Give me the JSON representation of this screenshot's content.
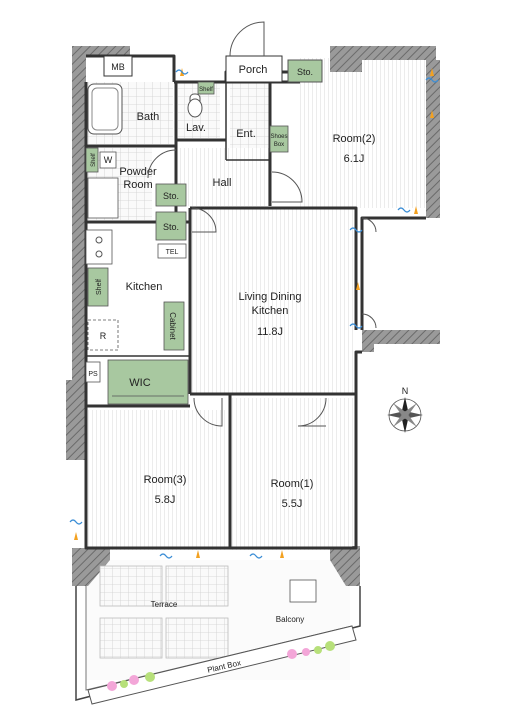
{
  "plan": {
    "rooms": {
      "porch": "Porch",
      "entrance": "Ent.",
      "hall": "Hall",
      "bath": "Bath",
      "lavatory": "Lav.",
      "powder_room_line1": "Powder",
      "powder_room_line2": "Room",
      "kitchen": "Kitchen",
      "ldk_line1": "Living Dining",
      "ldk_line2": "Kitchen",
      "ldk_size": "11.8J",
      "room1": "Room(1)",
      "room1_size": "5.5J",
      "room2": "Room(2)",
      "room2_size": "6.1J",
      "room3": "Room(3)",
      "room3_size": "5.8J",
      "wic": "WIC",
      "terrace": "Terrace",
      "balcony": "Balcony",
      "plant_box": "Plant Box"
    },
    "fixtures": {
      "mb": "MB",
      "ps": "PS",
      "tel": "TEL",
      "storage_a": "Sto.",
      "storage_b": "Sto.",
      "storage_c": "Sto.",
      "shelf_toilet": "Shelf",
      "shelf_powder": "Shelf",
      "shelf_kitchen": "Shelf",
      "shoes_box_line1": "Shoes",
      "shoes_box_line2": "Box",
      "cabinet": "Cabinet",
      "washer": "W",
      "refrigerator": "R"
    },
    "compass": {
      "north": "N"
    }
  }
}
